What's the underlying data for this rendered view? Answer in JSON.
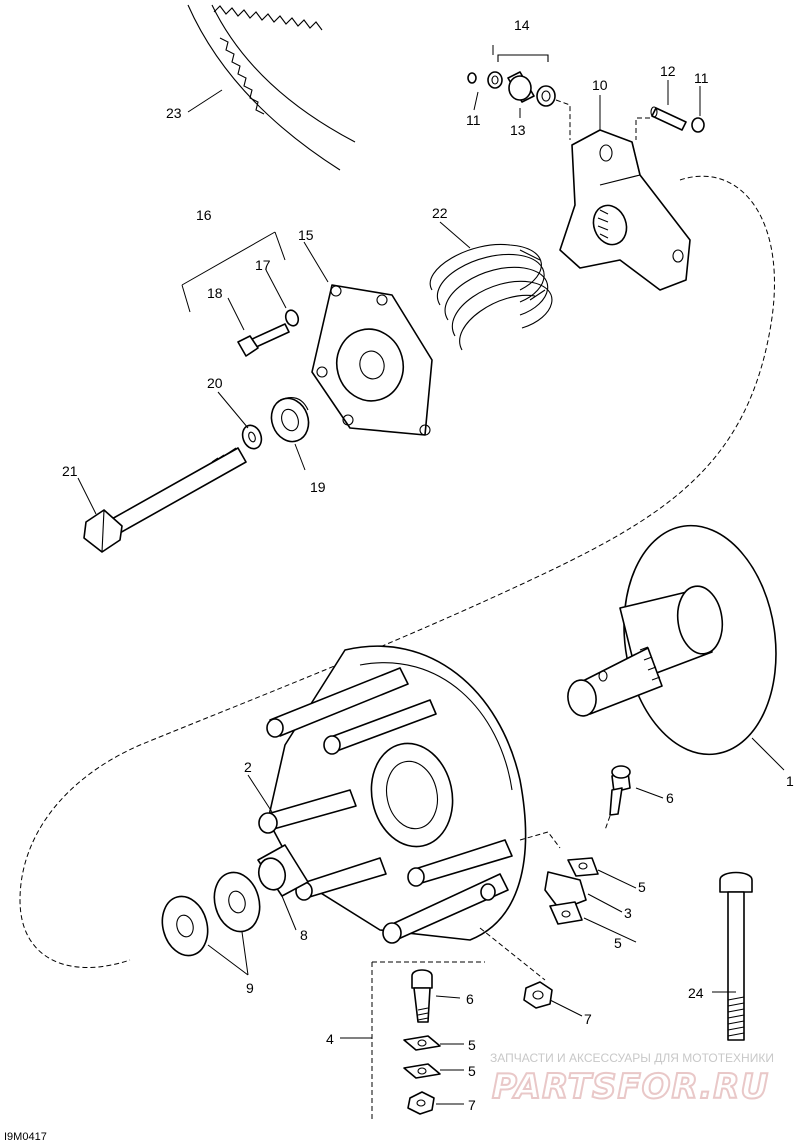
{
  "callouts": {
    "c1": "1",
    "c2": "2",
    "c3": "3",
    "c4": "4",
    "c5a": "5",
    "c5b": "5",
    "c5c": "5",
    "c5d": "5",
    "c6a": "6",
    "c6b": "6",
    "c7a": "7",
    "c7b": "7",
    "c8": "8",
    "c9": "9",
    "c10": "10",
    "c11a": "11",
    "c11b": "11",
    "c12": "12",
    "c13": "13",
    "c14": "14",
    "c15": "15",
    "c16": "16",
    "c17": "17",
    "c18": "18",
    "c19": "19",
    "c20": "20",
    "c21": "21",
    "c22": "22",
    "c23": "23",
    "c24": "24"
  },
  "drawing_code": "I9M0417",
  "watermark": {
    "caption": "ЗАПЧАСТИ И АКСЕССУАРЫ ДЛЯ МОТОТЕХНИКИ",
    "logo_text": "PARTSFOR.RU"
  },
  "colors": {
    "line": "#000000",
    "background": "#ffffff",
    "watermark_caption": "#c8c8c8",
    "watermark_logo": "#e9c8c8"
  }
}
